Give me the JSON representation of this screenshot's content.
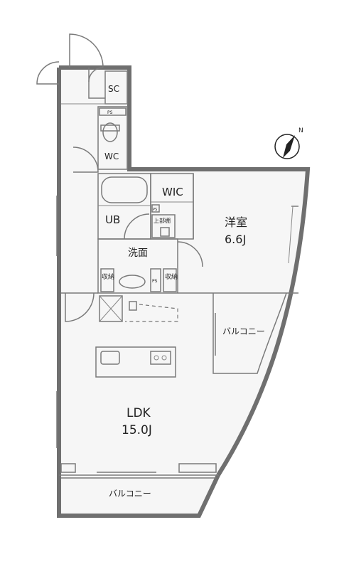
{
  "rooms": {
    "sc": "SC",
    "ps_top": "PS",
    "wc": "WC",
    "wic": "WIC",
    "ub": "UB",
    "upper_shelf": "上部棚",
    "ps_small": "PS",
    "bedroom_name": "洋室",
    "bedroom_size": "6.6J",
    "washroom": "洗面",
    "storage_left": "収納",
    "ps_mid": "PS",
    "storage_right": "収納",
    "balcony_side": "バルコニー",
    "ldk_name": "LDK",
    "ldk_size": "15.0J",
    "balcony_bottom": "バルコニー"
  },
  "compass": {
    "north_label": "N"
  }
}
